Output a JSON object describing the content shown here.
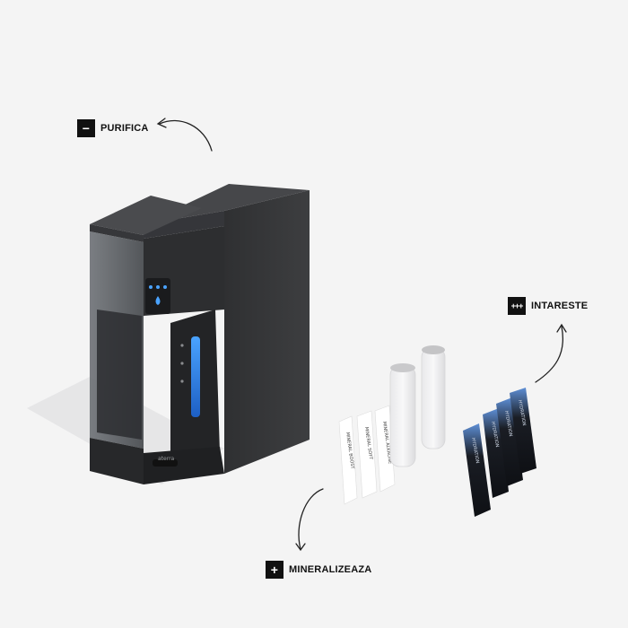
{
  "labels": {
    "purifica": {
      "text": "PURIFICA",
      "icon": "minus-icon",
      "glyph": "−"
    },
    "intareste": {
      "text": "INTARESTE",
      "icon": "plus-plus-icon",
      "glyph": "+++"
    },
    "mineralizeaza": {
      "text": "MINERALIZEAZA",
      "icon": "plus-icon",
      "glyph": "+"
    }
  },
  "device": {
    "brand": "aterra"
  },
  "mineral_packets": [
    "MINERAL BOOST",
    "MINERAL SOFT",
    "MINERAL ALKALINE"
  ],
  "sachets": {
    "text": "HYDRATION",
    "count": 4
  },
  "colors": {
    "background": "#f4f4f4",
    "device": "#3a3b3d",
    "accent_blue": "#2d7fe0",
    "badge": "#111111"
  }
}
